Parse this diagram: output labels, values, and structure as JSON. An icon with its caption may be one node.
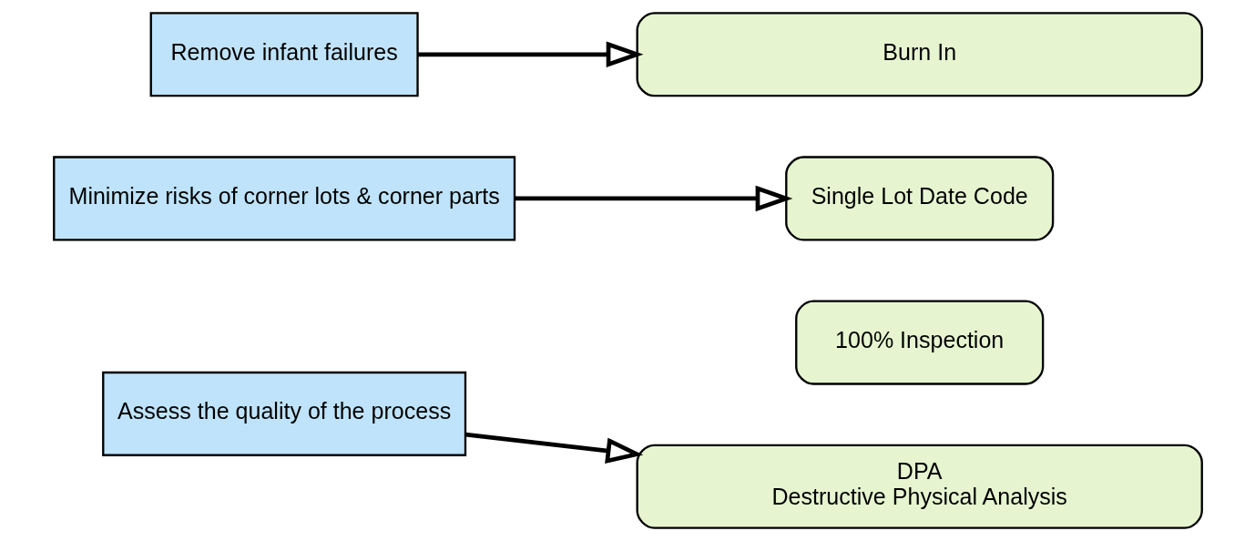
{
  "diagram": {
    "nodes": [
      {
        "text": [
          "Remove infant failures"
        ]
      },
      {
        "text": [
          "Burn In"
        ]
      },
      {
        "text": [
          "Minimize risks of corner lots & corner parts"
        ]
      },
      {
        "text": [
          "Single Lot Date Code"
        ]
      },
      {
        "text": [
          "100% Inspection"
        ]
      },
      {
        "text": [
          "Assess the quality of the process"
        ]
      },
      {
        "text": [
          "DPA",
          "Destructive Physical Analysis"
        ]
      }
    ],
    "edges": [
      {
        "from": 0,
        "to": 1,
        "arrow": "to"
      },
      {
        "from": 2,
        "to": 3,
        "arrow": "to"
      },
      {
        "from": 5,
        "to": 6,
        "arrow": "to"
      }
    ]
  }
}
